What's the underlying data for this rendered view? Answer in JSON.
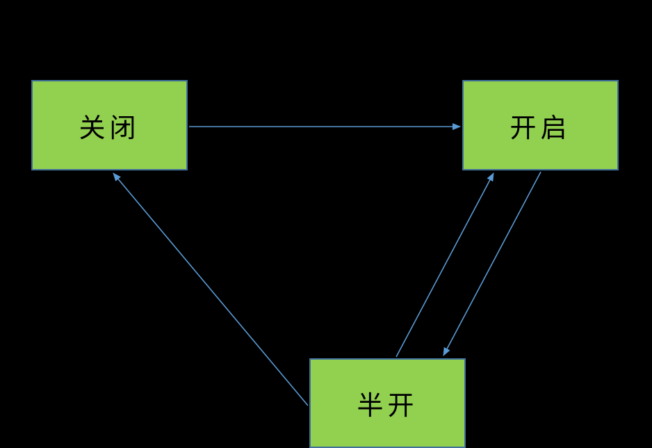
{
  "diagram": {
    "colors": {
      "background": "#000000",
      "node_fill": "#92d050",
      "node_border": "#41719c",
      "arrow": "#5b9bd5",
      "text": "#000000"
    },
    "nodes": [
      {
        "id": "closed",
        "label": "关闭"
      },
      {
        "id": "open",
        "label": "开启"
      },
      {
        "id": "half_open",
        "label": "半开"
      }
    ],
    "edges": [
      {
        "from": "closed",
        "to": "open"
      },
      {
        "from": "half_open",
        "to": "closed"
      },
      {
        "from": "half_open",
        "to": "open"
      },
      {
        "from": "open",
        "to": "half_open"
      }
    ]
  }
}
